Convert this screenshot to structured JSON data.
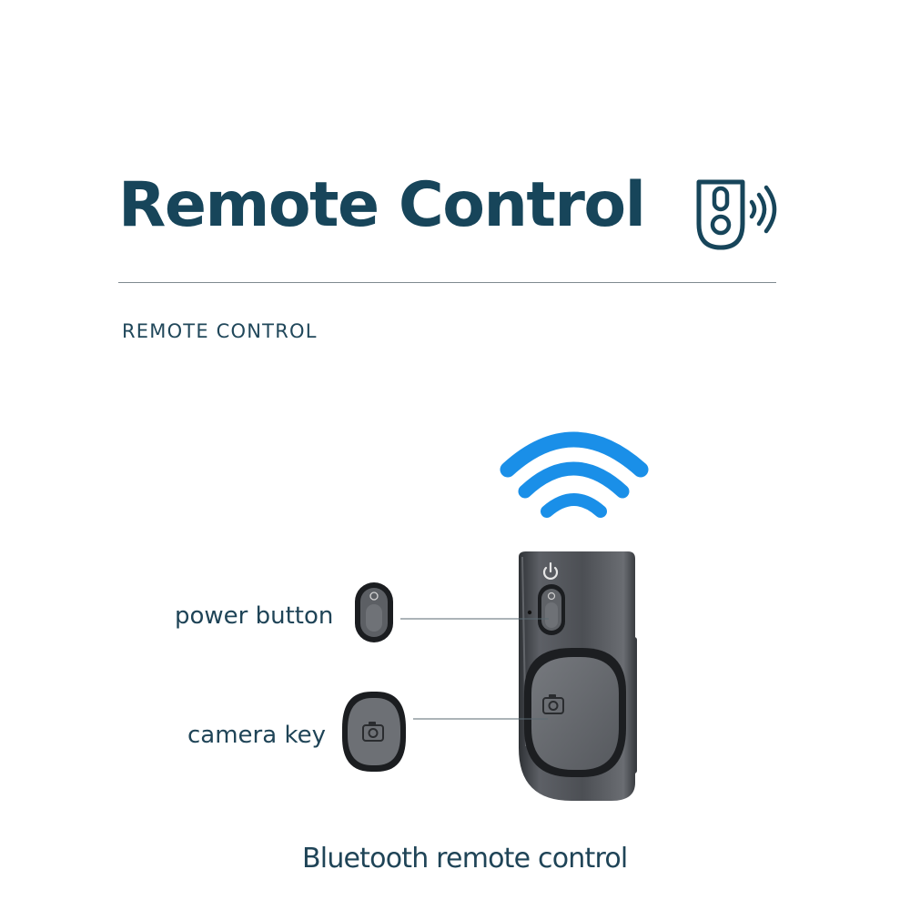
{
  "header": {
    "title": "Remote Control",
    "icon": "remote-signal-icon",
    "subtitle": "REMOTE CONTROL"
  },
  "product": {
    "signal_icon": "wifi-signal-icon",
    "device_icon": "bluetooth-remote-device",
    "callouts": [
      {
        "label": "power button",
        "icon": "power-button-icon"
      },
      {
        "label": "camera key",
        "icon": "camera-key-icon"
      }
    ],
    "caption": "Bluetooth remote control"
  },
  "colors": {
    "title_text": "#17455a",
    "signal_blue": "#1a8fe8",
    "device_body": "#4a4d52",
    "divider": "#7f8a90"
  }
}
